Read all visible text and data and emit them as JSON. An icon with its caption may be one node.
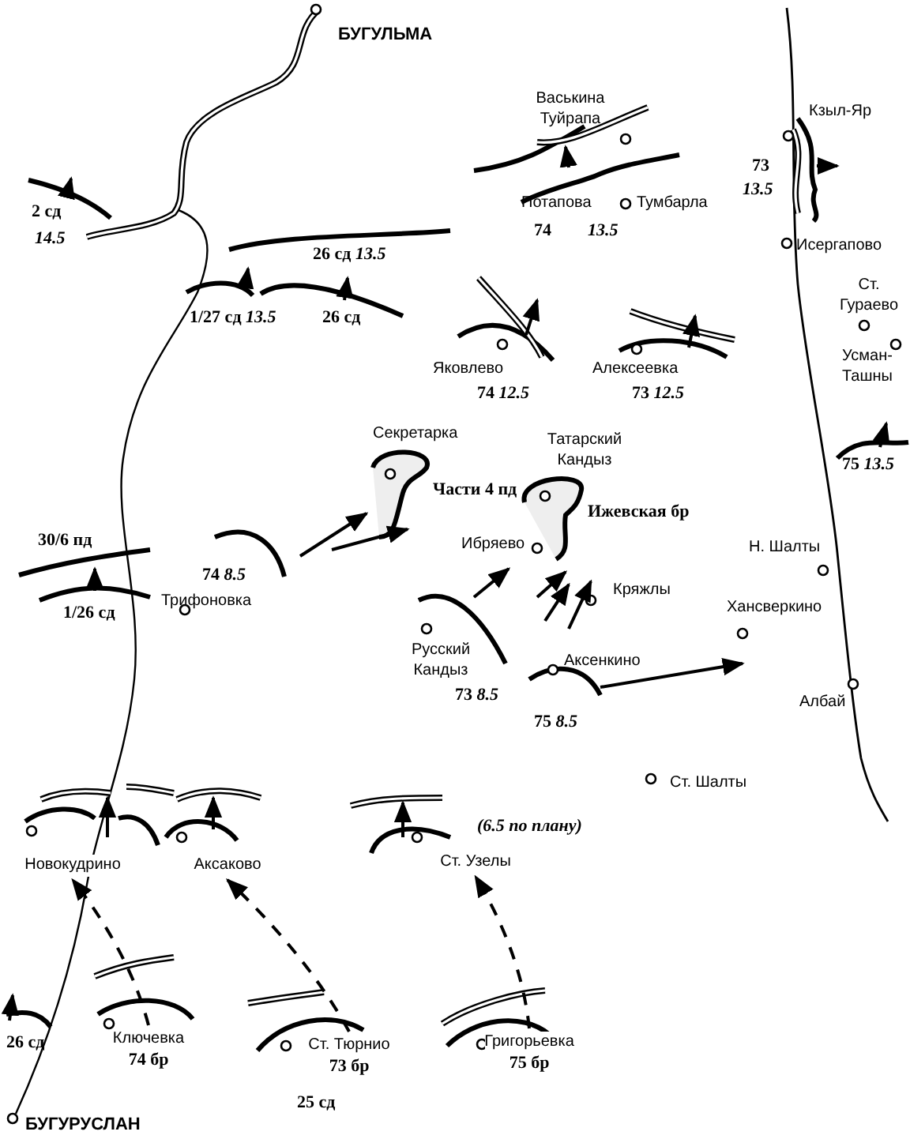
{
  "diagram": {
    "nodes": [
      {
        "text": [
          "Новокудрино"
        ]
      },
      {
        "text": [
          "Аксаково"
        ]
      },
      {
        "text": [
          "Ст. Узелы"
        ]
      },
      {
        "text": [
          "Ключевка"
        ],
        "beside": [
          "74 бр"
        ]
      },
      {
        "text": [
          "Ст. Тюрнио"
        ],
        "beside": [
          "73 бр"
        ]
      },
      {
        "text": [
          "Григорьевка"
        ],
        "beside": [
          "75 бр"
        ]
      }
    ],
    "edges": [
      {
        "from": 3,
        "to": 0,
        "arrow": "to",
        "style": "dashed"
      },
      {
        "from": 4,
        "to": 1,
        "arrow": "to",
        "style": "dashed"
      },
      {
        "from": 5,
        "to": 2,
        "arrow": "to",
        "style": "dashed"
      }
    ],
    "labels": [
      "БУГУЛЬМА",
      "Васькина Туйрапа",
      "Кзыл-Яр",
      "73",
      "13.5",
      "2 сд",
      "14.5",
      "Потапова",
      "Тумбарла",
      "74",
      "13.5",
      "Исергапово",
      "26 сд *13.5*",
      "Ст. Гураево",
      "1/27 сд *13.5*",
      "26 сд",
      "Усман-Ташны",
      "Яковлево",
      "Алексеевка",
      "74 *12.5*",
      "73 *12.5*",
      "Секретарка",
      "Татарский Кандыз",
      "75 *13.5*",
      "Части 4 пд",
      "Ижевская бр",
      "30/6 пд",
      "Ибряево",
      "Н. Шалты",
      "74 *8.5*",
      "Кряжлы",
      "1/26 сд",
      "Трифоновка",
      "Хансверкино",
      "Русский Кандыз",
      "Аксенкино",
      "73 *8.5*",
      "Албай",
      "75 *8.5*",
      "Ст. Шалты",
      "(6.5 по плану)",
      "26 сд",
      "25 сд",
      "БУГУРУСЛАН"
    ]
  }
}
